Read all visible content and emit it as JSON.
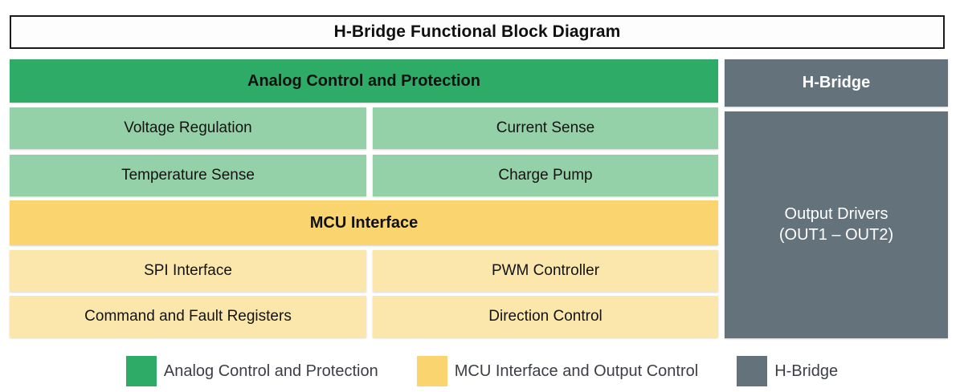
{
  "title": {
    "text": "H-Bridge Functional Block Diagram"
  },
  "analog_section": {
    "header": "Analog Control and Protection",
    "blocks": [
      {
        "label": "Voltage Regulation"
      },
      {
        "label": "Current Sense"
      },
      {
        "label": "Temperature Sense"
      },
      {
        "label": "Charge Pump"
      }
    ]
  },
  "mcu_section": {
    "header": "MCU Interface",
    "blocks": [
      {
        "label": "SPI Interface"
      },
      {
        "label": "PWM Controller"
      },
      {
        "label": "Command and Fault Registers"
      },
      {
        "label": "Direction Control"
      }
    ]
  },
  "hbridge_section": {
    "header": "H-Bridge",
    "body_line1": "Output Drivers",
    "body_line2": "(OUT1 – OUT2)"
  },
  "legend": {
    "items": [
      {
        "label": "Analog Control and Protection",
        "color": "#2fab68"
      },
      {
        "label": "MCU Interface and Output Control",
        "color": "#fad46e"
      },
      {
        "label": "H-Bridge",
        "color": "#64727c"
      }
    ]
  },
  "colors": {
    "analog_header": "#2fab68",
    "analog_sub": "#95d1a8",
    "mcu_header": "#fad46e",
    "mcu_sub": "#fbe7ab",
    "hbridge": "#64727c",
    "title_border": "#1b1b1b",
    "background": "#ffffff"
  }
}
